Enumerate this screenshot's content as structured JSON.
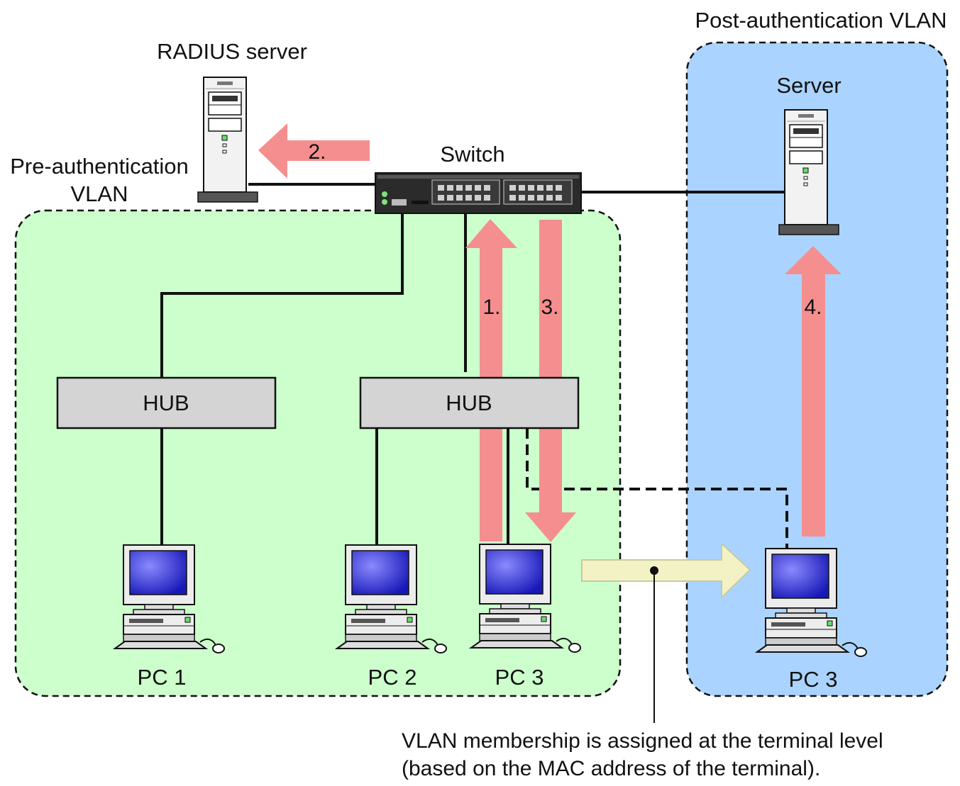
{
  "labels": {
    "radius_server": "RADIUS server",
    "switch": "Switch",
    "server": "Server",
    "pre_auth_vlan_line1": "Pre-authentication",
    "pre_auth_vlan_line2": "VLAN",
    "post_auth_vlan": "Post-authentication VLAN",
    "hub_left": "HUB",
    "hub_right": "HUB",
    "pc1": "PC 1",
    "pc2": "PC 2",
    "pc3_pre": "PC 3",
    "pc3_post": "PC 3"
  },
  "steps": {
    "step1": "1.",
    "step2": "2.",
    "step3": "3.",
    "step4": "4."
  },
  "note": {
    "line1": "VLAN membership is assigned at the terminal level",
    "line2": "(based on the MAC address of the terminal)."
  },
  "colors": {
    "pre_auth_fill": "#ccffcc",
    "post_auth_fill": "#aad4ff",
    "flow_arrow": "#f58f8f",
    "move_arrow": "#f2f2c4",
    "hub_fill": "#d4d4d4"
  }
}
